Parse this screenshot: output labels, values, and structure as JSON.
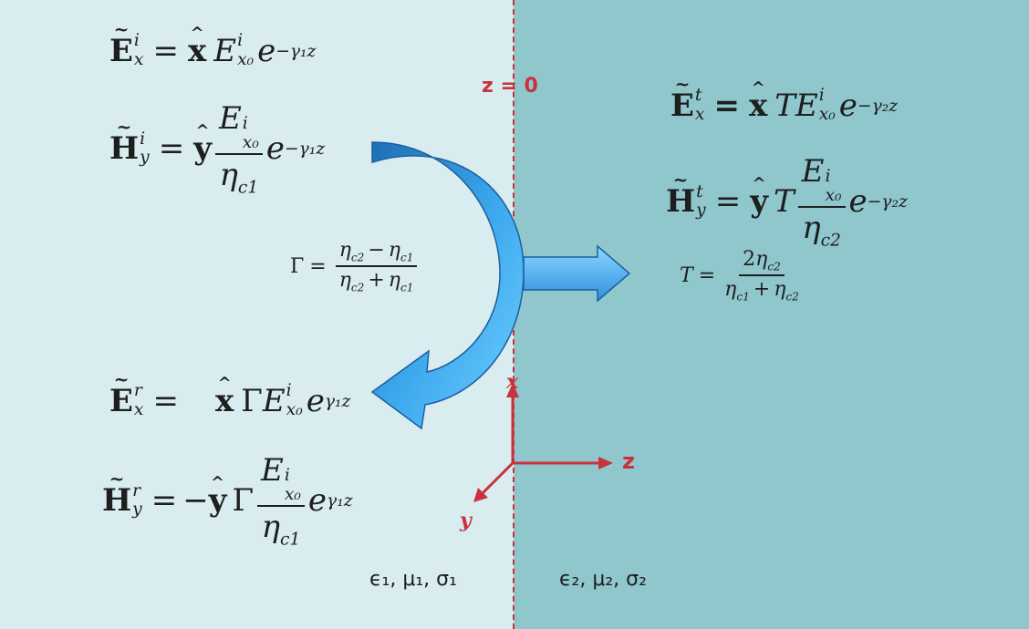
{
  "boundary_label": "z = 0",
  "incident": {
    "E_lhs": "E",
    "E_sup": "i",
    "E_sub": "x",
    "E_unit": "x",
    "E_amp": "E",
    "E_amp_sup": "i",
    "E_amp_sub": "x₀",
    "E_exp": "e",
    "E_exp_pow": "−γ₁z",
    "H_lhs": "H",
    "H_sup": "i",
    "H_sub": "y",
    "H_unit": "y",
    "H_num": "E",
    "H_num_sup": "i",
    "H_num_sub": "x₀",
    "H_den": "η",
    "H_den_sub": "c1",
    "H_exp": "e",
    "H_exp_pow": "−γ₁z"
  },
  "transmitted": {
    "E_lhs": "E",
    "E_sup": "t",
    "E_sub": "x",
    "E_unit": "x",
    "E_coef": "T",
    "E_amp": "E",
    "E_amp_sup": "i",
    "E_amp_sub": "x₀",
    "E_exp": "e",
    "E_exp_pow": "−γ₂z",
    "H_lhs": "H",
    "H_sup": "t",
    "H_sub": "y",
    "H_unit": "y",
    "H_coef": "T",
    "H_num": "E",
    "H_num_sup": "i",
    "H_num_sub": "x₀",
    "H_den": "η",
    "H_den_sub": "c2",
    "H_exp": "e",
    "H_exp_pow": "−γ₂z"
  },
  "reflected": {
    "E_lhs": "E",
    "E_sup": "r",
    "E_sub": "x",
    "E_unit": "x",
    "E_coef": "Γ",
    "E_amp": "E",
    "E_amp_sup": "i",
    "E_amp_sub": "x₀",
    "E_exp": "e",
    "E_exp_pow": "γ₁z",
    "H_lhs": "H",
    "H_sup": "r",
    "H_sub": "y",
    "H_sign": "−",
    "H_unit": "y",
    "H_coef": "Γ",
    "H_num": "E",
    "H_num_sup": "i",
    "H_num_sub": "x₀",
    "H_den": "η",
    "H_den_sub": "c1",
    "H_exp": "e",
    "H_exp_pow": "γ₁z"
  },
  "gamma_formula": {
    "lhs": "Γ",
    "num_a": "η",
    "num_a_sub": "c2",
    "num_op": "−",
    "num_b": "η",
    "num_b_sub": "c1",
    "den_a": "η",
    "den_a_sub": "c2",
    "den_op": "+",
    "den_b": "η",
    "den_b_sub": "c1"
  },
  "T_formula": {
    "lhs": "T",
    "num_coef": "2",
    "num": "η",
    "num_sub": "c2",
    "den_a": "η",
    "den_a_sub": "c1",
    "den_op": "+",
    "den_b": "η",
    "den_b_sub": "c2"
  },
  "axes": {
    "x_label": "x",
    "y_label": "y",
    "z_label": "z"
  },
  "media": {
    "left": "ϵ₁, μ₁, σ₁",
    "right": "ϵ₂, μ₂, σ₂"
  },
  "colors": {
    "left_bg": "#d9ecef",
    "right_bg": "#8fc7cd",
    "accent_red": "#c8323c",
    "arrow_blue": "#2f9be6"
  }
}
